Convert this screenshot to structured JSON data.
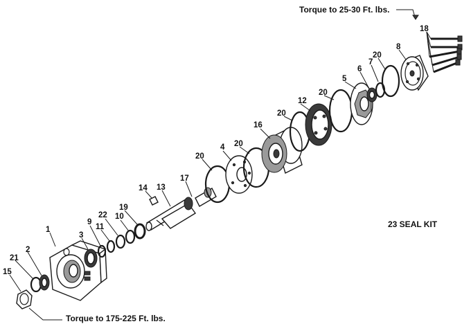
{
  "notes": {
    "top_torque": "Torque to 25-30 Ft. lbs.",
    "bottom_torque": "Torque to 175-225 Ft. lbs.",
    "seal_kit": "23 SEAL KIT"
  },
  "labels": {
    "p1": "1",
    "p2": "2",
    "p3": "3",
    "p4": "4",
    "p5": "5",
    "p6": "6",
    "p7": "7",
    "p8": "8",
    "p9": "9",
    "p10": "10",
    "p11": "11",
    "p12": "12",
    "p13": "13",
    "p14": "14",
    "p15": "15",
    "p16": "16",
    "p17": "17",
    "p18": "18",
    "p19": "19",
    "p21": "21",
    "p22": "22",
    "p20a": "20",
    "p20b": "20",
    "p20c": "20",
    "p20d": "20",
    "p20e": "20"
  }
}
